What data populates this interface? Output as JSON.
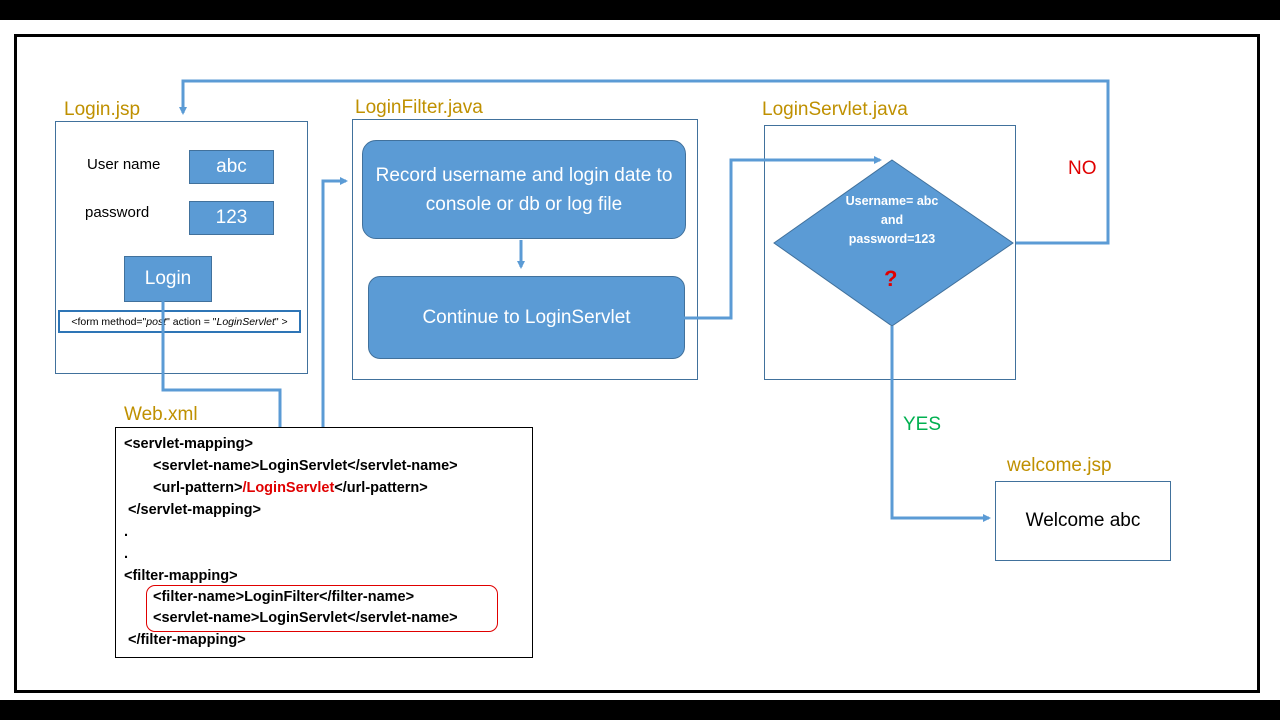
{
  "login_jsp": {
    "title": "Login.jsp",
    "username_label": "User name",
    "username_value": "abc",
    "password_label": "password",
    "password_value": "123",
    "login_button": "Login",
    "form_tag_prefix": "<form method=\"",
    "form_method": "post",
    "form_tag_mid": "\" action = \"",
    "form_action": "LoginServlet",
    "form_tag_suffix": "\" >"
  },
  "login_filter": {
    "title": "LoginFilter.java",
    "record_box": "Record username and login date to console or db or log file",
    "continue_box": "Continue to LoginServlet"
  },
  "login_servlet": {
    "title": "LoginServlet.java",
    "condition_line1": "Username= abc",
    "condition_line2": "and",
    "condition_line3": "password=123",
    "question": "?"
  },
  "branches": {
    "no": "NO",
    "yes": "YES"
  },
  "welcome_jsp": {
    "title": "welcome.jsp",
    "text": "Welcome abc"
  },
  "web_xml": {
    "title": "Web.xml",
    "lines": [
      "<servlet-mapping>",
      "<servlet-name>LoginServlet</servlet-name>",
      "<url-pattern>",
      "/LoginServlet",
      "</url-pattern>",
      " </servlet-mapping>",
      ".",
      ".",
      "<filter-mapping>",
      "<filter-name>LoginFilter</filter-name>",
      "<servlet-name>LoginServlet</servlet-name>",
      " </filter-mapping>"
    ]
  },
  "colors": {
    "accent_blue": "#5b9bd5",
    "title_gold": "#bf9000",
    "no_red": "#e00000",
    "yes_green": "#00b050"
  }
}
